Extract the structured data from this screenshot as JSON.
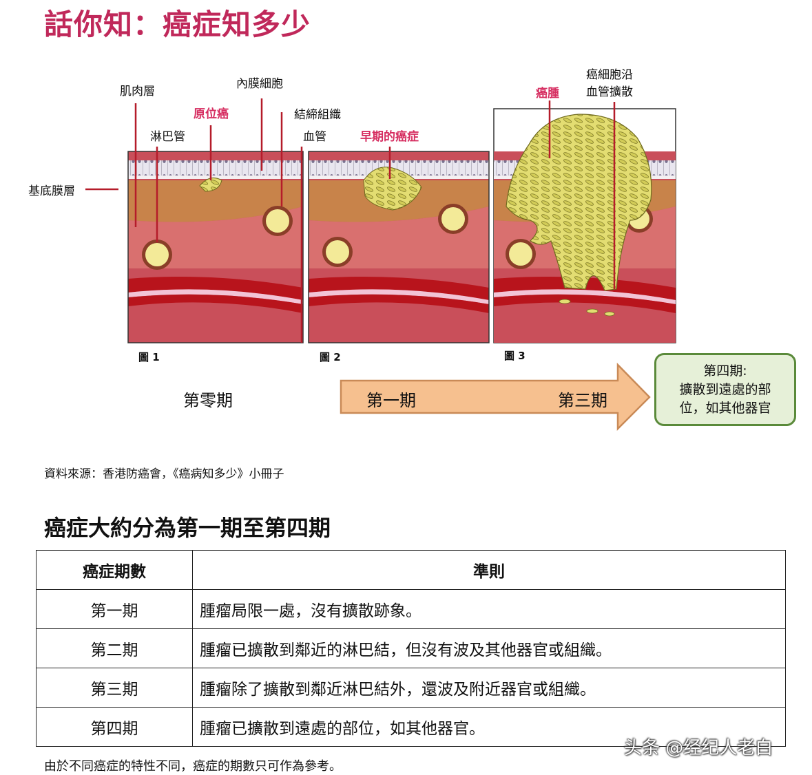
{
  "title": "話你知：癌症知多少",
  "labels": {
    "muscle_layer": "肌肉層",
    "inner_cells": "內膜細胞",
    "in_situ": "原位癌",
    "lymph_vessel": "淋巴管",
    "connective_tissue": "結締組織",
    "blood_vessel": "血管",
    "early_cancer": "早期的癌症",
    "basement_membrane": "基底膜層",
    "tumor": "癌腫",
    "cancer_spread_line1": "癌細胞沿",
    "cancer_spread_line2": "血管擴散"
  },
  "figures": [
    "圖 1",
    "圖 2",
    "圖 3"
  ],
  "stages": {
    "stage0": "第零期",
    "stage1": "第一期",
    "stage3": "第三期",
    "stage4_line1": "第四期:",
    "stage4_line2": "擴散到遠處的部",
    "stage4_line3": "位，如其他器官"
  },
  "colors": {
    "title": "#c0285a",
    "highlight_label": "#d62e61",
    "arrow_fill": "#f6c08f",
    "arrow_stroke": "#c98a57",
    "stage4_border": "#5a8a3a",
    "stage4_fill": "#e6f0d8"
  },
  "source": "資料來源：香港防癌會，《癌病知多少》小冊子",
  "section_title": "癌症大約分為第一期至第四期",
  "table": {
    "headers": [
      "癌症期數",
      "準則"
    ],
    "rows": [
      [
        "第一期",
        "腫瘤局限一處，沒有擴散跡象。"
      ],
      [
        "第二期",
        "腫瘤已擴散到鄰近的淋巴結，但沒有波及其他器官或組織。"
      ],
      [
        "第三期",
        "腫瘤除了擴散到鄰近淋巴結外，還波及附近器官或組織。"
      ],
      [
        "第四期",
        "腫瘤已擴散到遠處的部位，如其他器官。"
      ]
    ]
  },
  "footnote": "由於不同癌症的特性不同，癌症的期數只可作為參考。",
  "watermark": "头条 @经纪人老白"
}
